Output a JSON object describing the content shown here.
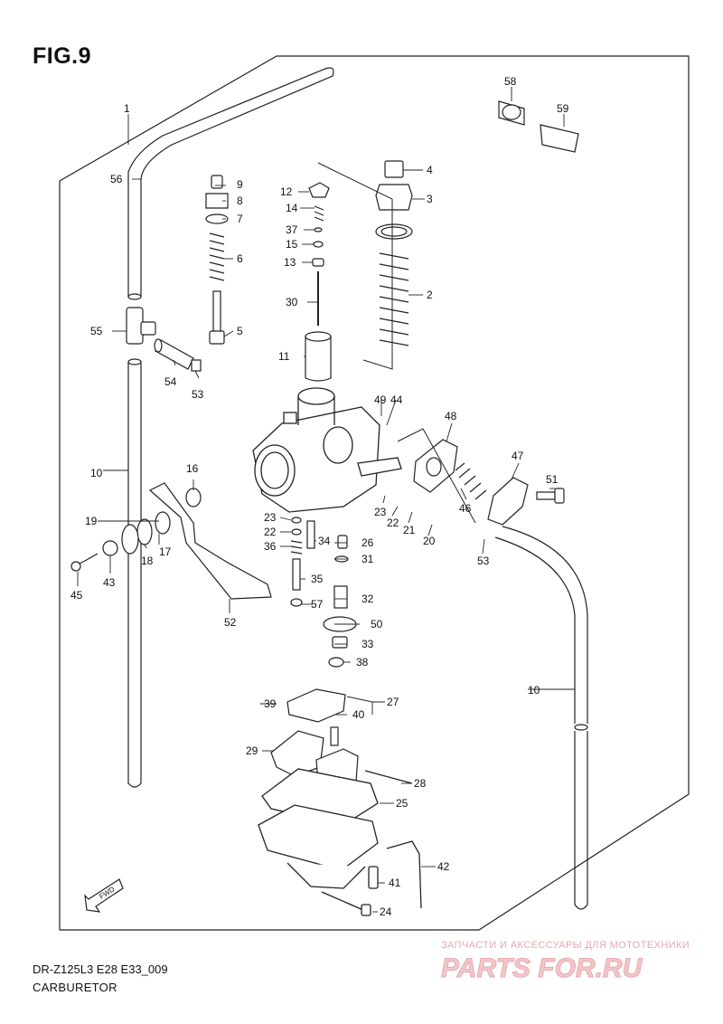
{
  "figure": {
    "title": "FIG.9"
  },
  "footer": {
    "model_code": "DR-Z125L3 E28 E33_009",
    "section_name": "CARBURETOR"
  },
  "watermark": {
    "tagline": "ЗАПЧАСТИ И АКСЕССУАРЫ ДЛЯ МОТОТЕХНИКИ",
    "logo_text": "PARTS FOR.RU",
    "color": "#e7a9ae"
  },
  "direction_marker": "FWD",
  "callouts": [
    "1",
    "2",
    "3",
    "4",
    "5",
    "6",
    "7",
    "8",
    "9",
    "10",
    "10",
    "11",
    "12",
    "13",
    "14",
    "15",
    "16",
    "17",
    "18",
    "19",
    "20",
    "21",
    "22",
    "22",
    "23",
    "23",
    "24",
    "25",
    "26",
    "27",
    "28",
    "29",
    "30",
    "31",
    "32",
    "33",
    "34",
    "35",
    "36",
    "37",
    "38",
    "39",
    "40",
    "41",
    "42",
    "43",
    "44",
    "45",
    "46",
    "47",
    "48",
    "49",
    "50",
    "51",
    "52",
    "53",
    "53",
    "54",
    "55",
    "56",
    "57",
    "58",
    "59"
  ]
}
